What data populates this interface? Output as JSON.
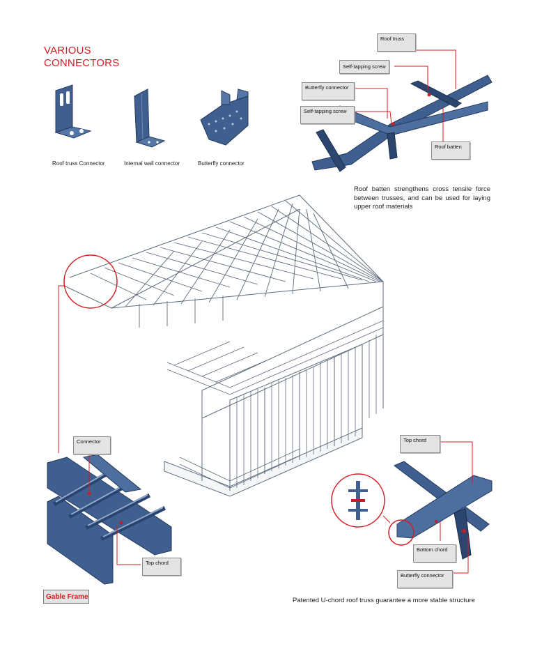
{
  "heading": {
    "line1": "VARIOUS",
    "line2": "CONNECTORS"
  },
  "connectors": [
    {
      "label": "Roof truss Connector",
      "icon": "roof-truss-connector-icon"
    },
    {
      "label": "Internal wall connector",
      "icon": "internal-wall-connector-icon"
    },
    {
      "label": "Butterfly connector",
      "icon": "butterfly-connector-icon"
    }
  ],
  "top_callouts": {
    "roof_truss": "Roof truss",
    "self_tapping_screw_1": "Self-tapping screw",
    "butterfly_connector": "Butterfly connector",
    "self_tapping_screw_2": "Self-tapping screw",
    "roof_batten": "Roof batten"
  },
  "roof_batten_note": "Roof batten strengthens cross tensile force between trusses, and can be used for laying upper roof materials",
  "left_callouts": {
    "connector": "Connector",
    "top_chord": "Top chord"
  },
  "right_callouts": {
    "top_chord": "Top chord",
    "bottom_chord": "Bottom chord",
    "butterfly_connector": "Butterfly connector"
  },
  "gable_label": "Gable Frame",
  "bottom_note": "Patented U-chord roof truss guarantee a more stable structure",
  "colors": {
    "accent_red": "#d71a21",
    "steel_blue": "#3e5f8f",
    "frame_gray": "#5c6b7d"
  }
}
